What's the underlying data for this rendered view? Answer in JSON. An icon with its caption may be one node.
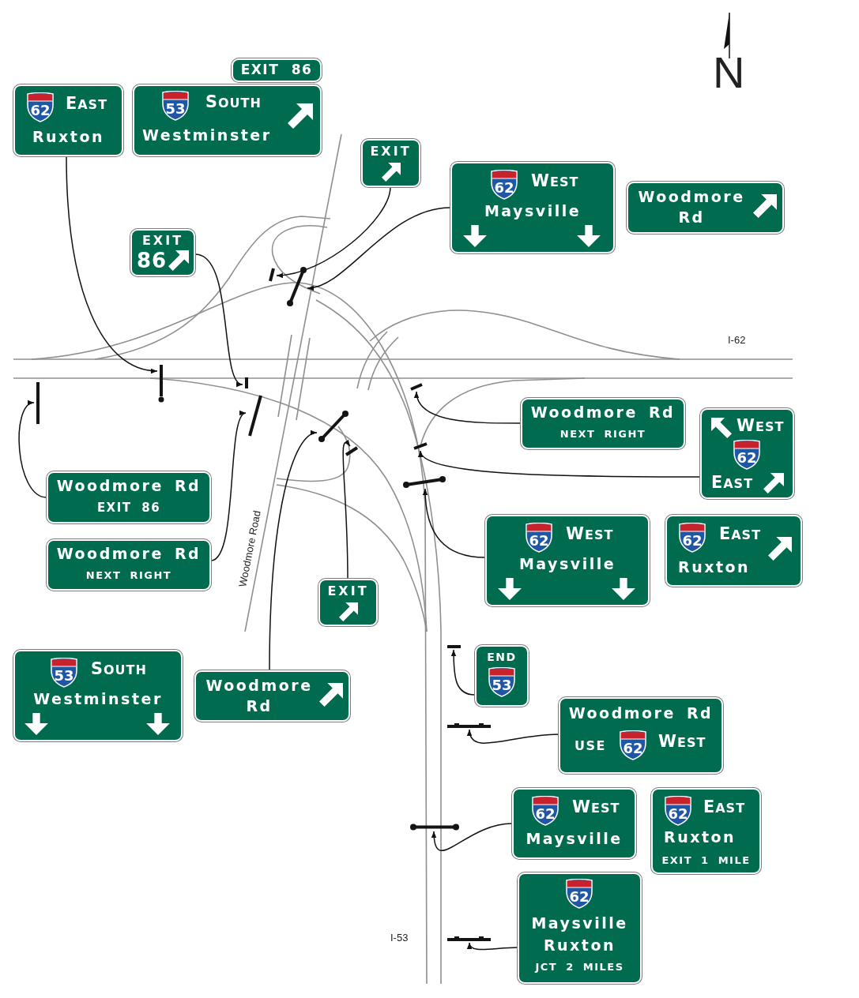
{
  "diagram": {
    "nodes": [
      {
        "text": [
          "EXIT 86"
        ]
      },
      {
        "text": [
          "62",
          "EAST",
          "Ruxton"
        ]
      },
      {
        "text": [
          "53",
          "SOUTH",
          "Westminster"
        ]
      },
      {
        "text": [
          "EXIT"
        ]
      },
      {
        "text": [
          "62",
          "WEST",
          "Maysville"
        ]
      },
      {
        "text": [
          "Woodmore Rd"
        ]
      },
      {
        "text": [
          "EXIT",
          "86"
        ]
      },
      {
        "text": [
          "Woodmore Rd",
          "NEXT RIGHT"
        ]
      },
      {
        "text": [
          "WEST",
          "62",
          "EAST"
        ]
      },
      {
        "text": [
          "Woodmore Rd",
          "EXIT 86"
        ]
      },
      {
        "text": [
          "62",
          "WEST",
          "Maysville"
        ]
      },
      {
        "text": [
          "62",
          "EAST",
          "Ruxton"
        ]
      },
      {
        "text": [
          "Woodmore Rd",
          "NEXT RIGHT"
        ]
      },
      {
        "text": [
          "EXIT"
        ]
      },
      {
        "text": [
          "END",
          "53"
        ]
      },
      {
        "text": [
          "53",
          "SOUTH",
          "Westminster"
        ]
      },
      {
        "text": [
          "Woodmore Rd"
        ]
      },
      {
        "text": [
          "Woodmore Rd",
          "USE",
          "62",
          "WEST"
        ]
      },
      {
        "text": [
          "62",
          "WEST",
          "Maysville"
        ]
      },
      {
        "text": [
          "62",
          "EAST",
          "Ruxton",
          "EXIT 1 MILE"
        ]
      },
      {
        "text": [
          "62",
          "Maysville",
          "Ruxton",
          "JCT 2 MILES"
        ]
      },
      {
        "text": [],
        "shape": "bar"
      },
      {
        "text": [],
        "shape": "bar"
      },
      {
        "text": [],
        "shape": "bar"
      },
      {
        "text": [],
        "shape": "bar"
      },
      {
        "text": [],
        "shape": "bar"
      },
      {
        "text": [],
        "shape": "bar"
      },
      {
        "text": [],
        "shape": "bar"
      },
      {
        "text": [],
        "shape": "bar"
      },
      {
        "text": [],
        "shape": "bar"
      },
      {
        "text": [],
        "shape": "bar"
      },
      {
        "text": [],
        "shape": "bar"
      },
      {
        "text": [],
        "shape": "bar"
      },
      {
        "text": [],
        "shape": "bar"
      },
      {
        "text": [],
        "shape": "bar"
      },
      {
        "text": [],
        "shape": "bar"
      }
    ],
    "edges": [
      {
        "from": 1,
        "to": 23,
        "arrow": "to"
      },
      {
        "from": 3,
        "to": 21,
        "arrow": "to"
      },
      {
        "from": 4,
        "to": 22,
        "arrow": "to"
      },
      {
        "from": 6,
        "to": 24,
        "arrow": "to"
      },
      {
        "from": 7,
        "to": 25,
        "arrow": "to"
      },
      {
        "from": 8,
        "to": 29,
        "arrow": "to"
      },
      {
        "from": 9,
        "to": 26,
        "arrow": "to"
      },
      {
        "from": 10,
        "to": 31,
        "arrow": "to"
      },
      {
        "from": 12,
        "to": 27,
        "arrow": "to"
      },
      {
        "from": 13,
        "to": 30,
        "arrow": "to"
      },
      {
        "from": 14,
        "to": 32,
        "arrow": "to"
      },
      {
        "from": 16,
        "to": 28,
        "arrow": "to"
      },
      {
        "from": 17,
        "to": 33,
        "arrow": "to"
      },
      {
        "from": 18,
        "to": 34,
        "arrow": "to"
      },
      {
        "from": 20,
        "to": 35,
        "arrow": "to"
      }
    ],
    "labels": [
      "N",
      "I-62",
      "Woodmore Road",
      "I-53"
    ]
  }
}
